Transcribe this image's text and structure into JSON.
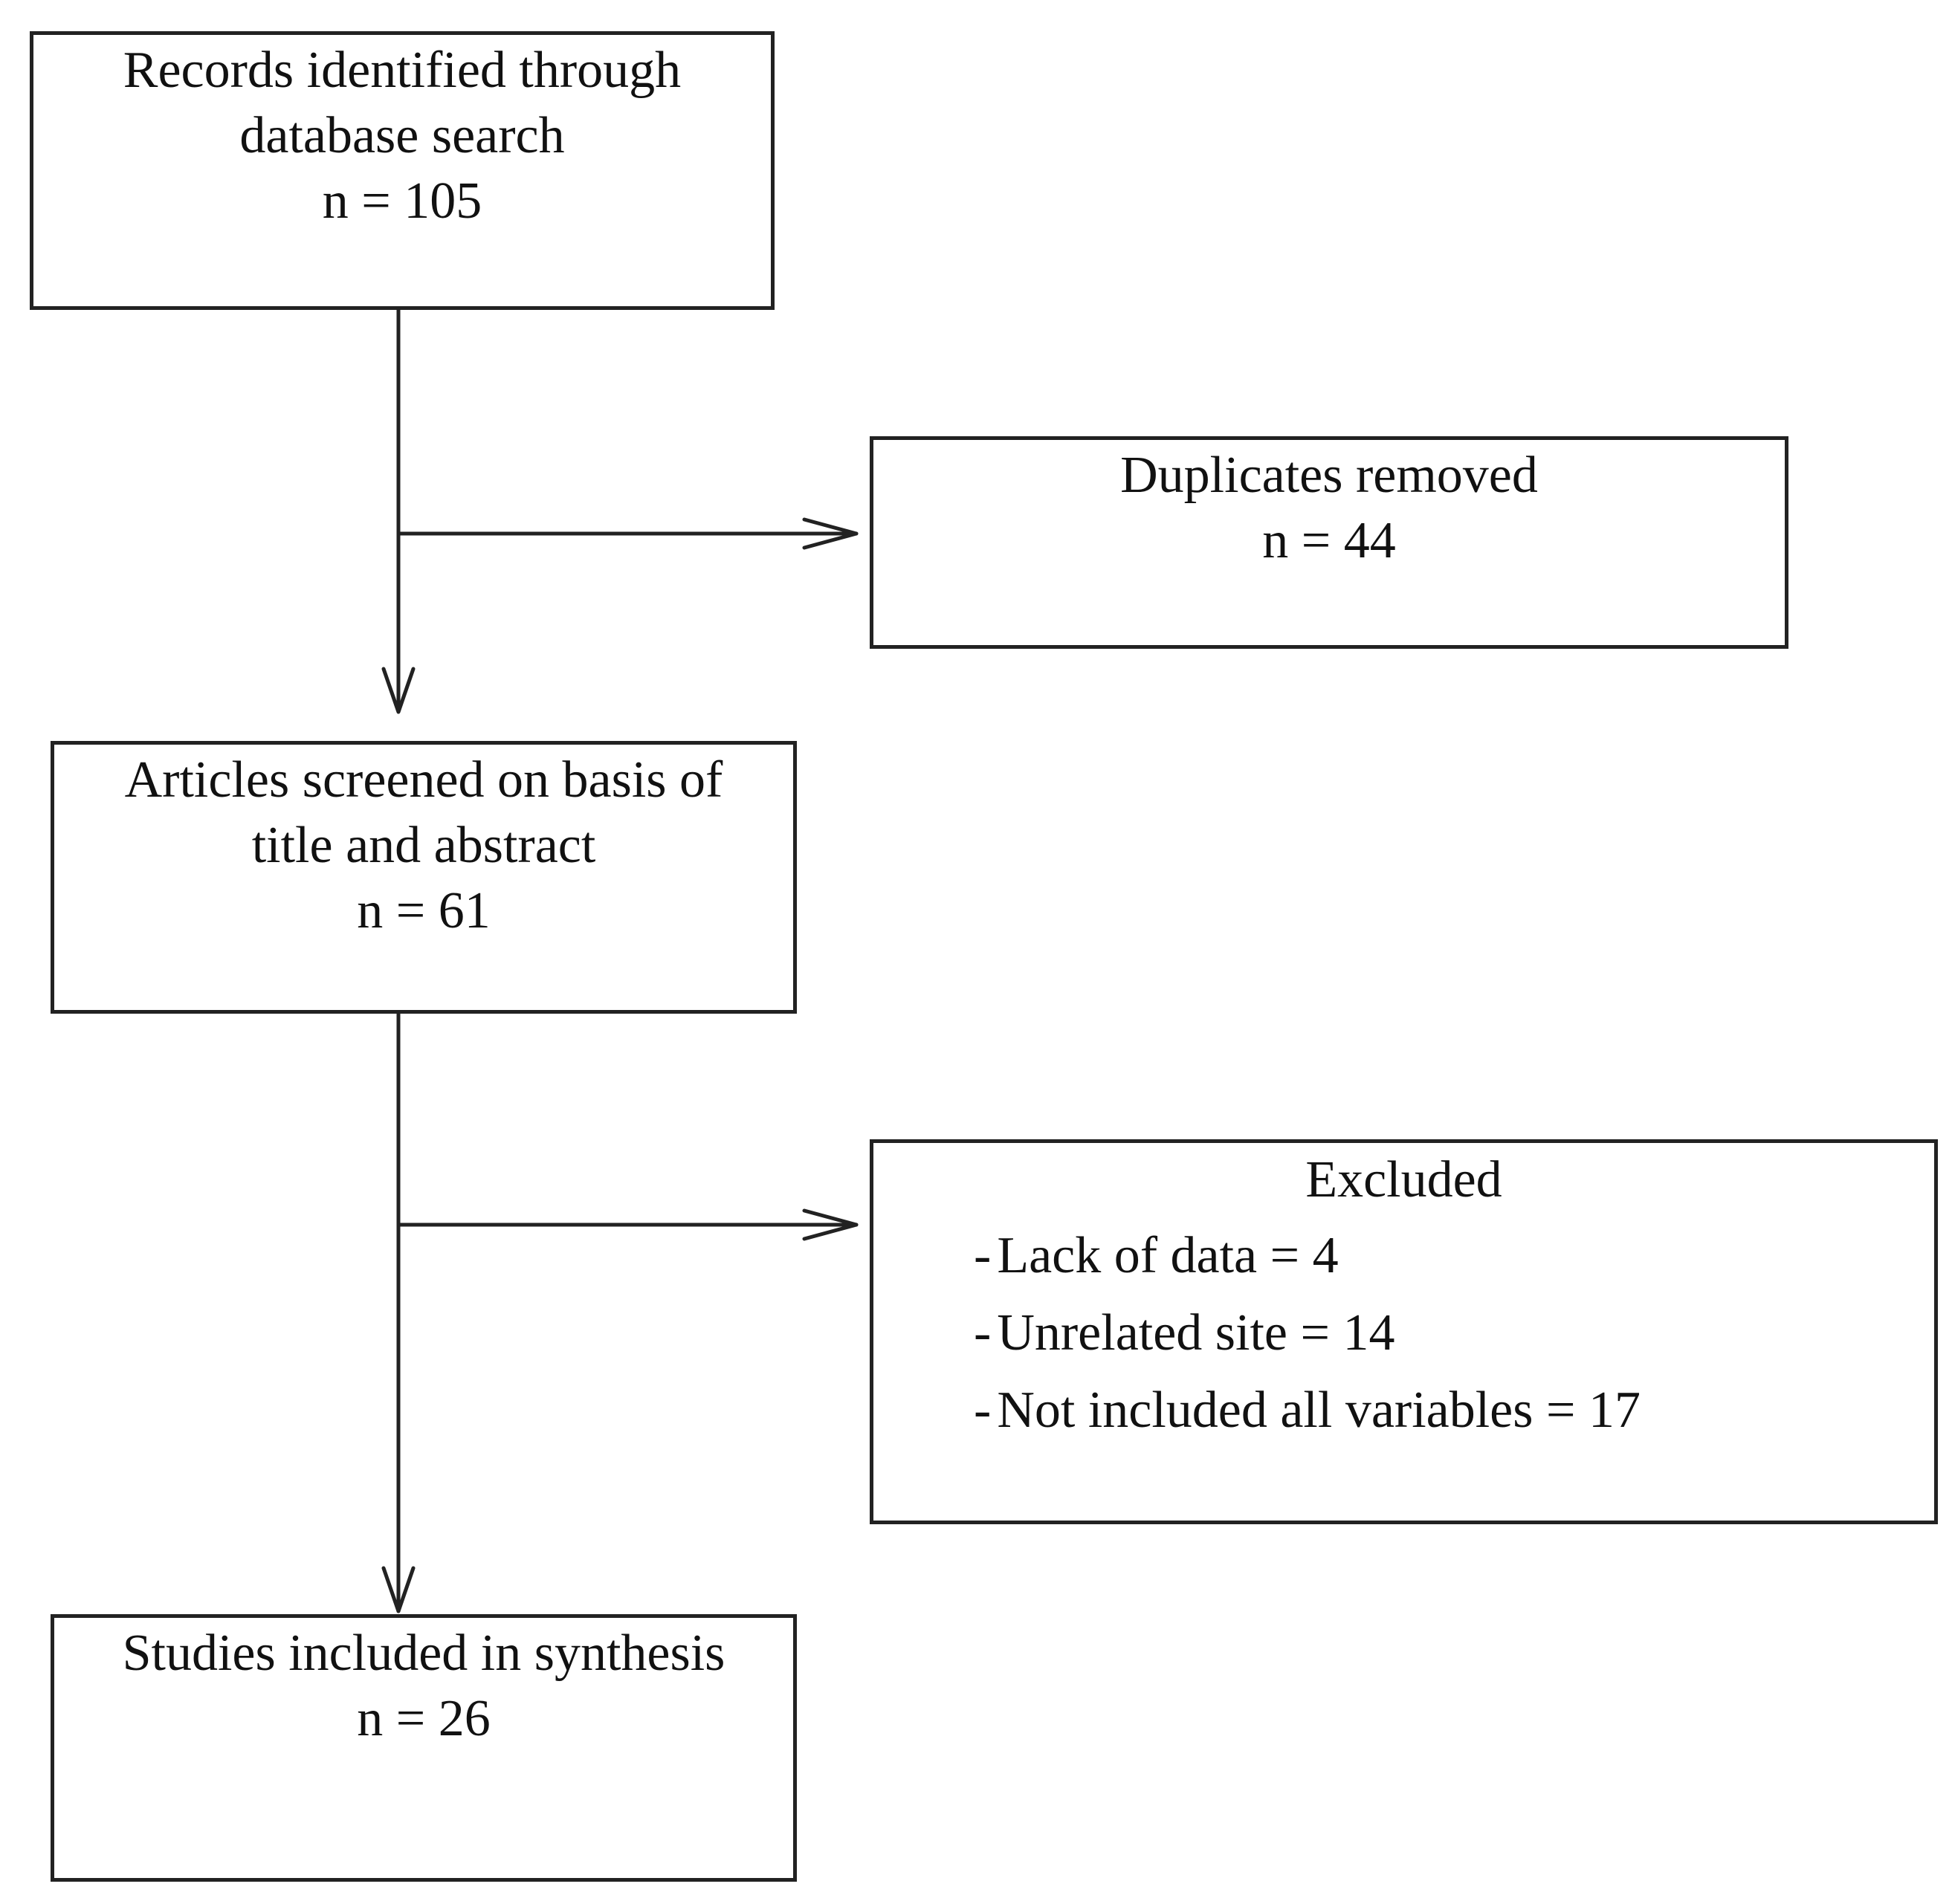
{
  "flowchart": {
    "records": {
      "lines": [
        "Records identified through",
        "database search",
        "n = 105"
      ]
    },
    "duplicates": {
      "lines": [
        "Duplicates removed",
        "n = 44"
      ]
    },
    "screened": {
      "lines": [
        "Articles screened on basis of",
        "title and abstract",
        "n = 61"
      ]
    },
    "excluded": {
      "title": "Excluded",
      "bullet": "-",
      "items": [
        "Lack of data = 4",
        "Unrelated site = 14",
        "Not included all variables = 17"
      ]
    },
    "included": {
      "lines": [
        "Studies included in synthesis",
        "n = 26"
      ]
    }
  },
  "colors": {
    "stroke": "#222222",
    "background": "#ffffff"
  }
}
